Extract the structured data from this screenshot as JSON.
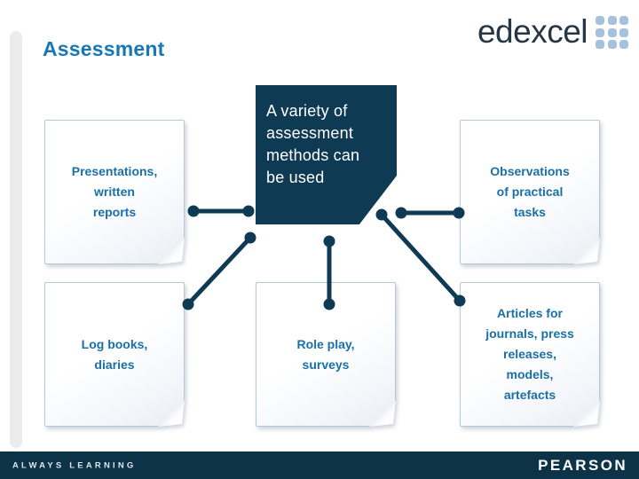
{
  "header": {
    "title": "Assessment"
  },
  "brand": {
    "edexcel_logo_text": "edexcel",
    "footer_tagline": "ALWAYS LEARNING",
    "pearson_logo_text": "PEARSON"
  },
  "diagram": {
    "center": {
      "label": "A variety of\nassessment\nmethods can\nbe used"
    },
    "nodes": {
      "presentations": {
        "label": "Presentations,\nwritten\nreports"
      },
      "observations": {
        "label": "Observations\nof practical\ntasks"
      },
      "logbooks": {
        "label": "Log books,\ndiaries"
      },
      "roleplay": {
        "label": "Role play,\nsurveys"
      },
      "articles": {
        "label": "Articles for\njournals, press\nreleases,\nmodels,\nartefacts"
      }
    }
  },
  "colors": {
    "accent_navy": "#0e3a54",
    "footer_navy": "#0d3349",
    "title_blue": "#1878b6",
    "note_text_blue": "#1a6fa8",
    "note_border": "#b6c8d9",
    "logo_navy": "#263645",
    "logo_square_blue": "#a6c1de",
    "left_bar_gray": "#ececec"
  }
}
